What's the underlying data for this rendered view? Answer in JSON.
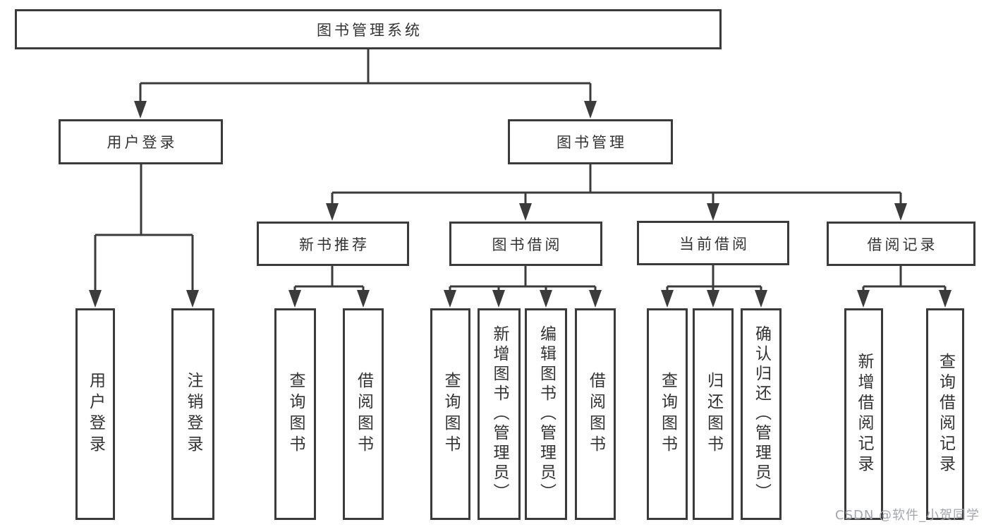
{
  "diagram": {
    "root": {
      "label": "图书管理系统"
    },
    "user_login": {
      "label": "用户登录",
      "children": [
        {
          "label": "用户登录"
        },
        {
          "label": "注销登录"
        }
      ]
    },
    "book_mgmt": {
      "label": "图书管理",
      "sections": {
        "new_books": {
          "label": "新书推荐",
          "children": [
            {
              "label": "查询图书"
            },
            {
              "label": "借阅图书"
            }
          ]
        },
        "borrowing": {
          "label": "图书借阅",
          "children": [
            {
              "label": "查询图书"
            },
            {
              "label": "新增图书（管理员）"
            },
            {
              "label": "编辑图书（管理员）"
            },
            {
              "label": "借阅图书"
            }
          ]
        },
        "current": {
          "label": "当前借阅",
          "children": [
            {
              "label": "查询图书"
            },
            {
              "label": "归还图书"
            },
            {
              "label": "确认归还（管理员）"
            }
          ]
        },
        "records": {
          "label": "借阅记录",
          "children": [
            {
              "label": "新增借阅记录"
            },
            {
              "label": "查询借阅记录"
            }
          ]
        }
      }
    }
  },
  "watermark": {
    "text": "CSDN @软件_小贺同学"
  },
  "colors": {
    "line": "#3b3b3b",
    "text": "#333333",
    "bg": "#ffffff",
    "watermark": "#a3a6ad"
  }
}
